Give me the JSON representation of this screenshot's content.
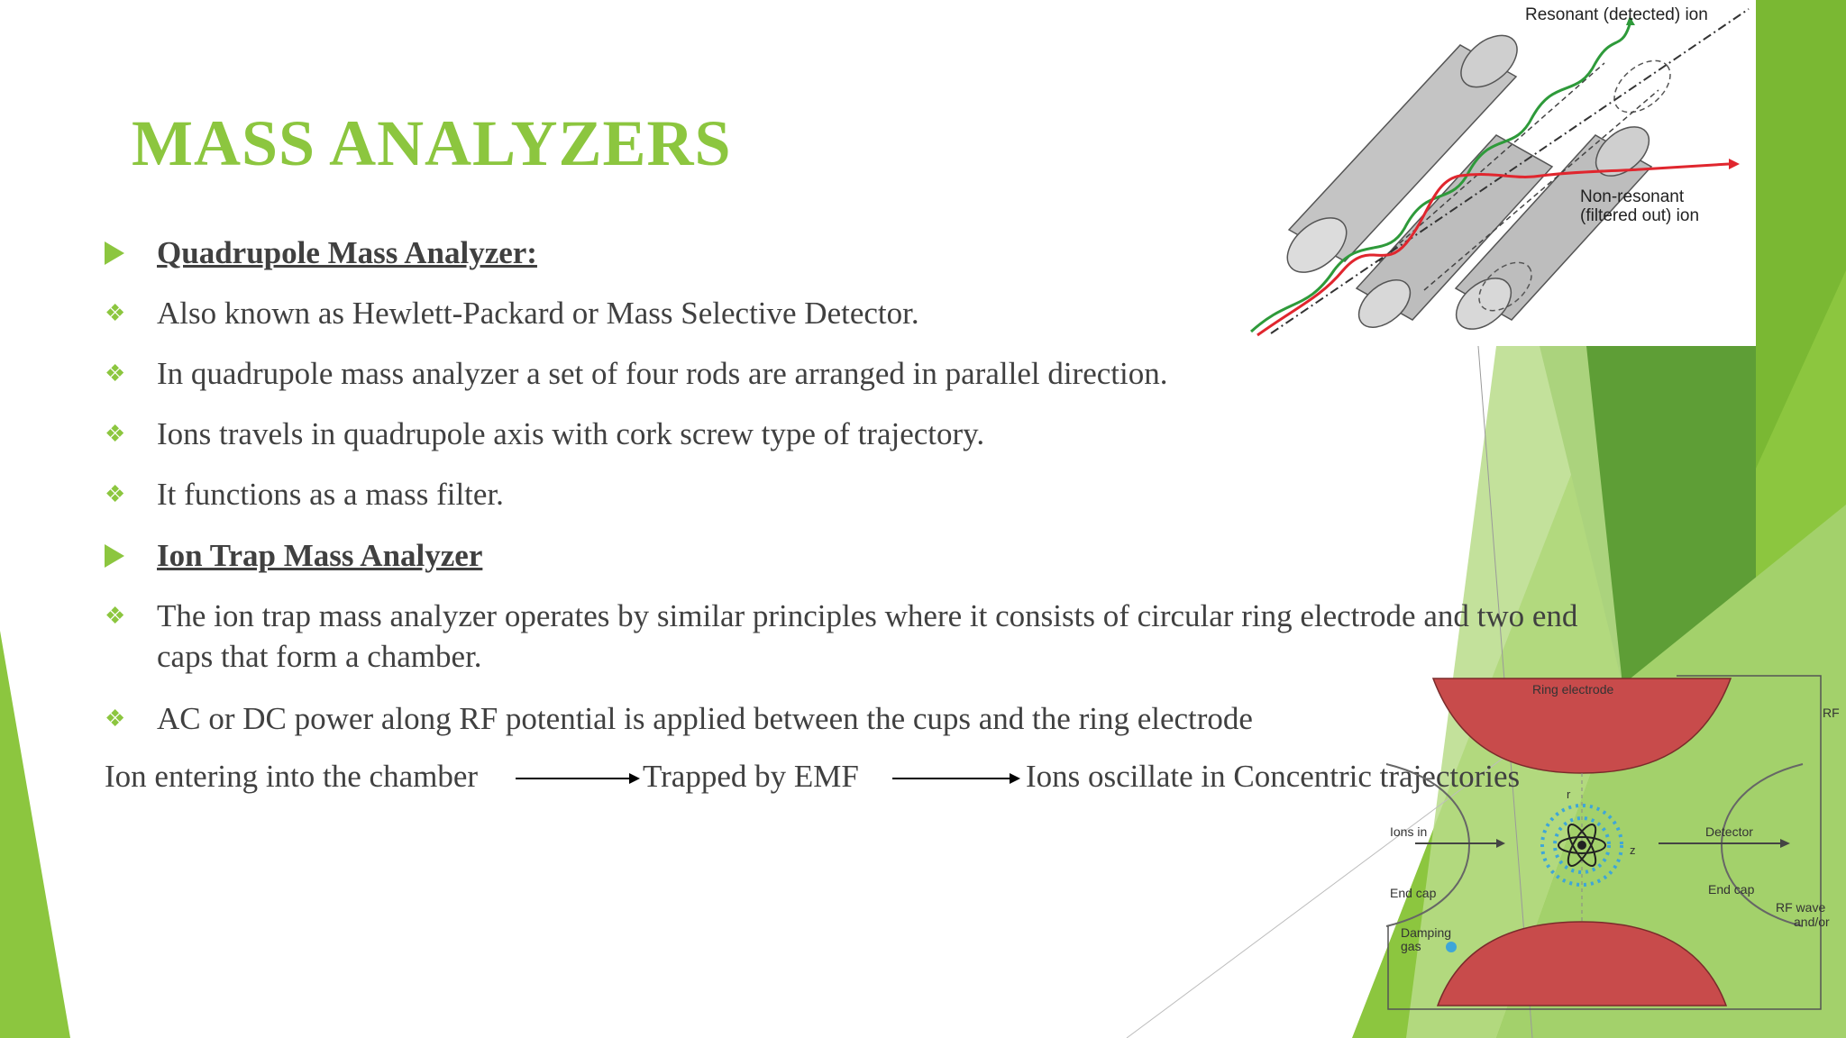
{
  "slide": {
    "title": "MASS ANALYZERS",
    "sections": [
      {
        "heading": "Quadrupole Mass Analyzer:",
        "bullets": [
          "Also known as Hewlett-Packard or Mass Selective Detector.",
          "In quadrupole mass analyzer a set of four rods are arranged in parallel direction.",
          "Ions travels in quadrupole axis with cork screw type of trajectory.",
          "It functions as a mass filter."
        ]
      },
      {
        "heading": "Ion Trap Mass Analyzer",
        "bullets": [
          "The ion trap mass analyzer operates by similar principles where it consists of circular ring electrode and two end",
          "caps that form a chamber.",
          "AC or DC power along RF potential is applied between the cups and the ring electrode"
        ]
      }
    ],
    "flow": {
      "step1": "Ion entering into the chamber",
      "step2": "Trapped by EMF",
      "step3": "Ions oscillate in Concentric trajectories"
    }
  },
  "figures": {
    "quadrupole": {
      "resonant_label": "Resonant (detected) ion",
      "nonresonant_line1": "Non-resonant",
      "nonresonant_line2": "(filtered out) ion"
    },
    "iontrap": {
      "ring_electrode": "Ring electrode",
      "rf": "RF",
      "ions_in": "Ions in",
      "detector": "Detector",
      "end_cap_left": "End cap",
      "end_cap_right": "End cap",
      "rf_wave_line1": "RF wave",
      "rf_wave_line2": "and/or",
      "damping_line1": "Damping",
      "damping_line2": "gas",
      "r0": "r",
      "z0": "z"
    }
  },
  "colors": {
    "accent_green": "#8cc63f",
    "body_text": "#404040",
    "electrode_red": "#c84b4b"
  }
}
